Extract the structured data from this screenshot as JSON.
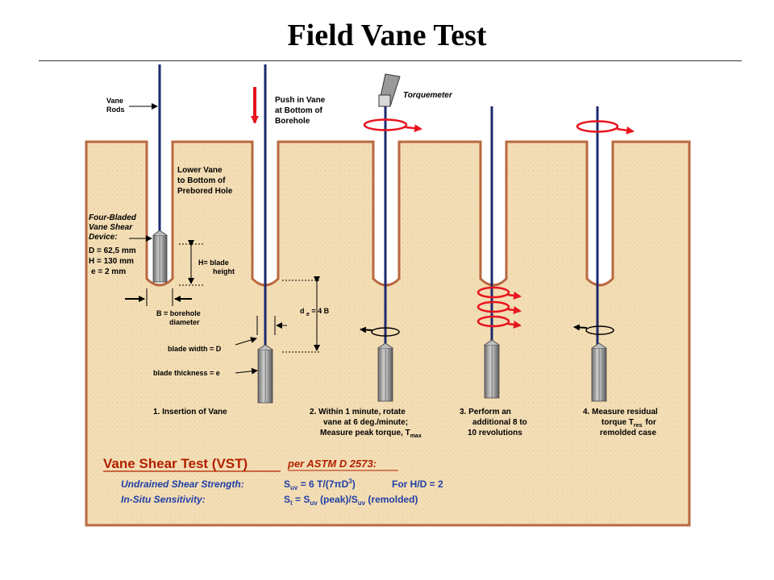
{
  "title": "Field Vane Test",
  "labels": {
    "vane_rods": [
      "Vane",
      "Rods"
    ],
    "push_in": [
      "Push in Vane",
      "at Bottom of",
      "Borehole"
    ],
    "torquemeter": "Torquemeter",
    "lower_vane": [
      "Lower Vane",
      "to Bottom of",
      "Prebored Hole"
    ],
    "device": [
      "Four-Bladed",
      "Vane Shear",
      "Device:"
    ],
    "dims": [
      "D = 62,5 mm",
      "H = 130 mm",
      "e = 2 mm"
    ],
    "blade_height": [
      "H= blade",
      "height"
    ],
    "borehole_diam": [
      "B = borehole",
      "diameter"
    ],
    "de": "d = 4 B",
    "de_sub": "e",
    "blade_width": "blade  width = D",
    "blade_thickness": "blade thickness = e"
  },
  "steps": {
    "s1": [
      "1.  Insertion of Vane"
    ],
    "s2": [
      "2.  Within 1 minute, rotate",
      "vane at 6 deg./minute;",
      "Measure peak torque, T"
    ],
    "s2_sub": "max",
    "s3": [
      "3.   Perform an",
      "additional 8 to",
      "10 revolutions"
    ],
    "s4": [
      "4.   Measure residual",
      "torque  T",
      "for",
      "remolded case"
    ],
    "s4_sub": "res"
  },
  "vst": {
    "title": "Vane Shear Test (VST)",
    "standard": "per ASTM  D 2573:",
    "row1_label": "Undrained Shear Strength:",
    "row1_eq_a": "S",
    "row1_eq_sub": "uv",
    "row1_eq_b": " = 6 T/(7πD",
    "row1_eq_sup": "3",
    "row1_eq_c": ")",
    "row1_note": "For H/D = 2",
    "row2_label": "In-Situ Sensitivity:",
    "row2_eq_a": "S",
    "row2_eq_sub1": "t",
    "row2_eq_b": "  = S",
    "row2_eq_sub2": "uv",
    "row2_eq_c": " (peak)/S",
    "row2_eq_sub3": "uv",
    "row2_eq_d": " (remolded)"
  },
  "colors": {
    "soil": "#f3ddb4",
    "soil_edge": "#b9683f",
    "rod": "#1c2a6e",
    "arrow_red": "#e8141e",
    "vst_red": "#b22000",
    "vst_blue": "#1f3fa6"
  }
}
